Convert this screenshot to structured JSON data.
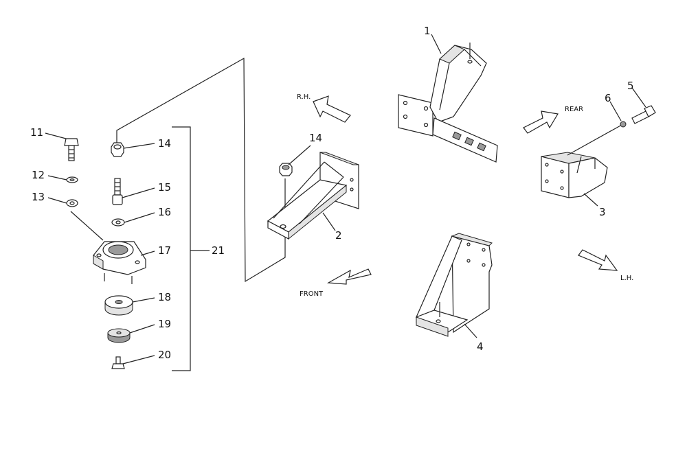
{
  "callouts": {
    "c1": "1",
    "c2": "2",
    "c3": "3",
    "c4": "4",
    "c5": "5",
    "c6": "6",
    "c11": "11",
    "c12": "12",
    "c13": "13",
    "c14a": "14",
    "c14b": "14",
    "c15": "15",
    "c16": "16",
    "c17": "17",
    "c18": "18",
    "c19": "19",
    "c20": "20",
    "c21": "21"
  },
  "directions": {
    "rh": "R.H.",
    "rear": "REAR",
    "front": "FRONT",
    "lh": "L.H."
  }
}
